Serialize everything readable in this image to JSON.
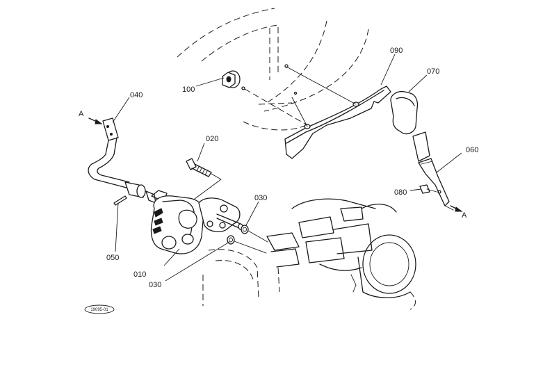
{
  "diagram": {
    "part_labels": {
      "p010": "010",
      "p020": "020",
      "p030a": "030",
      "p030b": "030",
      "p040": "040",
      "p050": "050",
      "p060": "060",
      "p070": "070",
      "p080": "080",
      "p090": "090",
      "p100": "100"
    },
    "ref_marks": {
      "a_left": "A",
      "a_right": "A"
    },
    "figure_code": "19095-01"
  }
}
